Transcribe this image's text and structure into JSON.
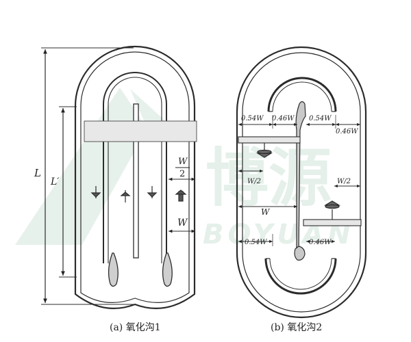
{
  "watermark": {
    "cn": "博源",
    "en": "BOYUAN",
    "color": "#e4f0e9"
  },
  "diagram_a": {
    "caption": "(a) 氧化沟1",
    "dim_L": "L",
    "dim_Lprime": "L′",
    "dim_W": "W",
    "dim_W2_num": "W",
    "dim_W2_den": "2"
  },
  "diagram_b": {
    "caption": "(b) 氧化沟2",
    "top_labels": [
      "0.54W",
      "0.46W",
      "0.54W",
      "0.46W"
    ],
    "left_w2": "W/2",
    "right_w2": "W/2",
    "mid_w": "W",
    "bottom_labels": [
      "0.54W",
      "0.46W"
    ]
  },
  "colors": {
    "line": "#2b2b2b",
    "band": "#e8e8e8"
  }
}
